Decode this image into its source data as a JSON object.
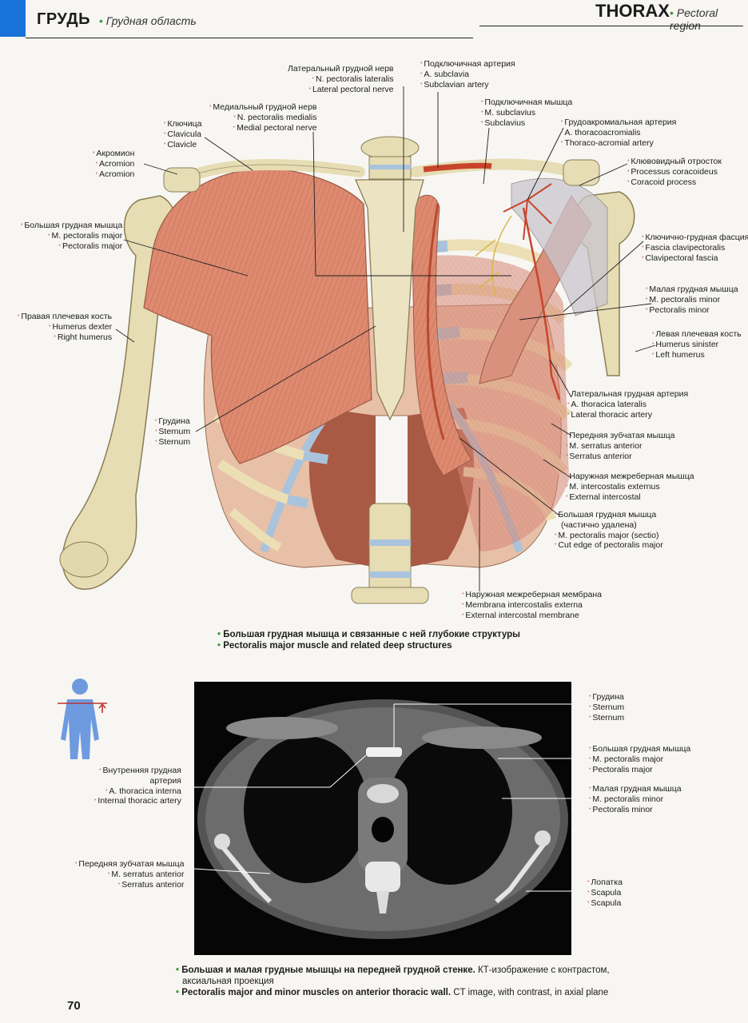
{
  "header": {
    "ru_title": "ГРУДЬ",
    "ru_subtitle": "Грудная область",
    "en_title": "THORAX",
    "en_subtitle": "Pectoral region"
  },
  "labels": {
    "lat_pectoral_nerve": [
      "Латеральный грудной нерв",
      "N. pectoralis lateralis",
      "Lateral pectoral nerve"
    ],
    "subclavian_artery": [
      "Подключичная артерия",
      "A. subclavia",
      "Subclavian artery"
    ],
    "subclavius": [
      "Подключичная мышца",
      "M. subclavius",
      "Subclavius"
    ],
    "med_pectoral_nerve": [
      "Медиальный грудной нерв",
      "N. pectoralis medialis",
      "Medial pectoral nerve"
    ],
    "clavicle": [
      "Ключица",
      "Clavicula",
      "Clavicle"
    ],
    "thoracoacromial": [
      "Грудоакромиальная артерия",
      "A. thoracoacromialis",
      "Thoraco-acromial artery"
    ],
    "acromion": [
      "Акромион",
      "Acromion",
      "Acromion"
    ],
    "coracoid": [
      "Клювовидный отросток",
      "Processus coracoideus",
      "Coracoid process"
    ],
    "pect_major": [
      "Большая грудная мышца",
      "M. pectoralis major",
      "Pectoralis major"
    ],
    "clavipectoral": [
      "Ключично-грудная фасция",
      "Fascia clavipectoralis",
      "Clavipectoral fascia"
    ],
    "pect_minor": [
      "Малая грудная мышца",
      "M. pectoralis minor",
      "Pectoralis minor"
    ],
    "right_humerus": [
      "Правая плечевая кость",
      "Humerus dexter",
      "Right humerus"
    ],
    "left_humerus": [
      "Левая плечевая кость",
      "Humerus sinister",
      "Left humerus"
    ],
    "lat_thoracic": [
      "Латеральная грудная артерия",
      "A. thoracica lateralis",
      "Lateral thoracic artery"
    ],
    "sternum": [
      "Грудина",
      "Sternum",
      "Sternum"
    ],
    "serratus": [
      "Передняя зубчатая мышца",
      "M. serratus anterior",
      "Serratus anterior"
    ],
    "ext_intercostal": [
      "Наружная межреберная мышца",
      "M. intercostalis externus",
      "External intercostal"
    ],
    "pect_major_cut": [
      "Большая грудная мышца",
      "(частично удалена)",
      "M. pectoralis major (sectio)",
      "Cut edge of pectoralis major"
    ],
    "ext_ic_membrane": [
      "Наружная межреберная мембрана",
      "Membrana intercostalis externa",
      "External intercostal membrane"
    ]
  },
  "caption1": {
    "ru": "Большая грудная мышца и связанные с ней глубокие структуры",
    "en": "Pectoralis major muscle and related deep structures"
  },
  "ct_labels": {
    "sternum": [
      "Грудина",
      "Sternum",
      "Sternum"
    ],
    "pect_major": [
      "Большая грудная мышца",
      "M. pectoralis major",
      "Pectoralis major"
    ],
    "int_thoracic": [
      "Внутренняя грудная",
      "артерия",
      "A. thoracica interna",
      "Internal thoracic artery"
    ],
    "pect_minor": [
      "Малая грудная мышца",
      "M. pectoralis minor",
      "Pectoralis minor"
    ],
    "serratus": [
      "Передняя зубчатая мышца",
      "M. serratus anterior",
      "Serratus anterior"
    ],
    "scapula": [
      "Лопатка",
      "Scapula",
      "Scapula"
    ]
  },
  "caption2": {
    "ru_bold": "Большая и малая грудные мышцы на передней грудной стенке.",
    "ru_rest": " КТ-изображение с контрастом,",
    "ru_line2": "аксиальная проекция",
    "en_bold": "Pectoralis major and minor muscles on anterior thoracic wall.",
    "en_rest": " CT image, with contrast, in axial plane"
  },
  "page_number": "70",
  "colors": {
    "accent_blue": "#1a73d9",
    "bullet_green": "#3a9b3a",
    "muscle": "#d9826a",
    "bone": "#e8dfb8",
    "cartilage": "#a9c3dc",
    "artery": "#c8452c"
  }
}
